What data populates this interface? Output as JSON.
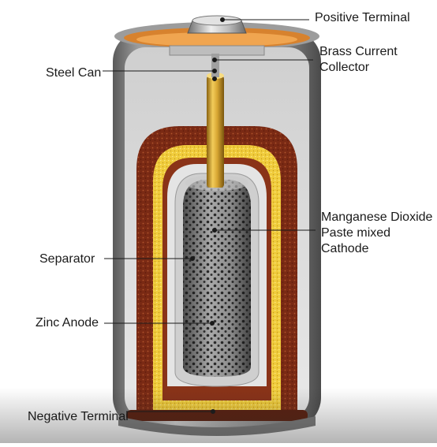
{
  "labels": {
    "positive_terminal": "Positive Terminal",
    "brass_collector": [
      "Brass Current",
      "Collector"
    ],
    "steel_can": "Steel Can",
    "cathode": [
      "Manganese Dioxide",
      "Paste mixed",
      "Cathode"
    ],
    "separator": "Separator",
    "zinc_anode": "Zinc Anode",
    "negative_terminal": "Negative Terminal"
  }
}
